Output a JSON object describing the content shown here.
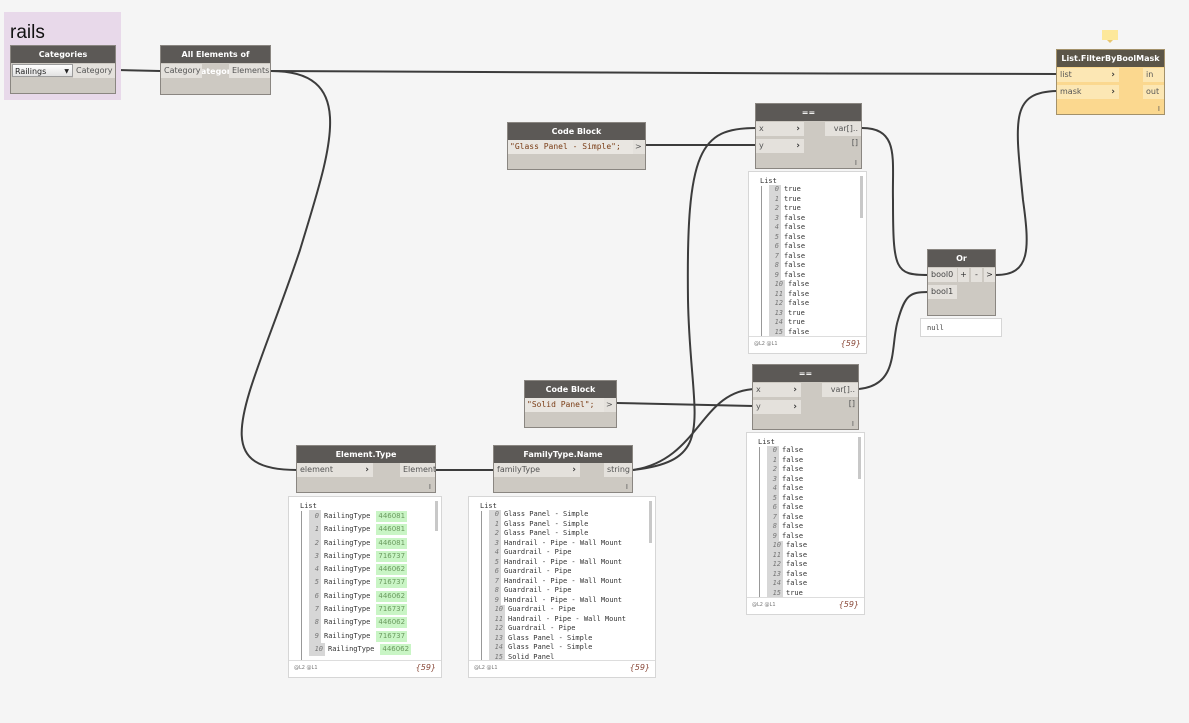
{
  "group": {
    "title": "rails",
    "color": "#e8d9ea"
  },
  "nodes": {
    "categories": {
      "title": "Categories",
      "dropdown_value": "Railings",
      "output": "Category"
    },
    "all_elements": {
      "title": "All Elements of Category",
      "input": "Category",
      "output": "Elements"
    },
    "code_block_1": {
      "title": "Code Block",
      "code": "\"Glass Panel - Simple\";",
      "output": ">"
    },
    "code_block_2": {
      "title": "Code Block",
      "code": "\"Solid Panel\";",
      "output": ">"
    },
    "equals_1": {
      "title": "==",
      "inputs": [
        "x",
        "y"
      ],
      "output": "var[]..[]",
      "lacing": "I"
    },
    "equals_2": {
      "title": "==",
      "inputs": [
        "x",
        "y"
      ],
      "output": "var[]..[]",
      "lacing": "I"
    },
    "or": {
      "title": "Or",
      "inputs": [
        "bool0",
        "bool1"
      ],
      "add_label": "+",
      "remove_label": "-",
      "output": ">",
      "preview": "null"
    },
    "filter": {
      "title": "List.FilterByBoolMask",
      "inputs": [
        "list",
        "mask"
      ],
      "outputs": [
        "in",
        "out"
      ],
      "lacing": "I"
    },
    "element_type": {
      "title": "Element.Type",
      "input": "element",
      "output": "Element",
      "lacing": "I"
    },
    "family_type_name": {
      "title": "FamilyType.Name",
      "input": "familyType",
      "output": "string",
      "lacing": "I"
    }
  },
  "previews": {
    "equals_1": {
      "label": "List",
      "levels": "@L2 @L1",
      "count": "{59}",
      "items": [
        {
          "i": "0",
          "v": "true"
        },
        {
          "i": "1",
          "v": "true"
        },
        {
          "i": "2",
          "v": "true"
        },
        {
          "i": "3",
          "v": "false"
        },
        {
          "i": "4",
          "v": "false"
        },
        {
          "i": "5",
          "v": "false"
        },
        {
          "i": "6",
          "v": "false"
        },
        {
          "i": "7",
          "v": "false"
        },
        {
          "i": "8",
          "v": "false"
        },
        {
          "i": "9",
          "v": "false"
        },
        {
          "i": "10",
          "v": "false"
        },
        {
          "i": "11",
          "v": "false"
        },
        {
          "i": "12",
          "v": "false"
        },
        {
          "i": "13",
          "v": "true"
        },
        {
          "i": "14",
          "v": "true"
        },
        {
          "i": "15",
          "v": "false"
        }
      ]
    },
    "equals_2": {
      "label": "List",
      "levels": "@L2 @L1",
      "count": "{59}",
      "items": [
        {
          "i": "0",
          "v": "false"
        },
        {
          "i": "1",
          "v": "false"
        },
        {
          "i": "2",
          "v": "false"
        },
        {
          "i": "3",
          "v": "false"
        },
        {
          "i": "4",
          "v": "false"
        },
        {
          "i": "5",
          "v": "false"
        },
        {
          "i": "6",
          "v": "false"
        },
        {
          "i": "7",
          "v": "false"
        },
        {
          "i": "8",
          "v": "false"
        },
        {
          "i": "9",
          "v": "false"
        },
        {
          "i": "10",
          "v": "false"
        },
        {
          "i": "11",
          "v": "false"
        },
        {
          "i": "12",
          "v": "false"
        },
        {
          "i": "13",
          "v": "false"
        },
        {
          "i": "14",
          "v": "false"
        },
        {
          "i": "15",
          "v": "true"
        }
      ]
    },
    "element_type": {
      "label": "List",
      "levels": "@L2 @L1",
      "count": "{59}",
      "items": [
        {
          "i": "0",
          "v": "RailingType",
          "id": "446081"
        },
        {
          "i": "1",
          "v": "RailingType",
          "id": "446081"
        },
        {
          "i": "2",
          "v": "RailingType",
          "id": "446081"
        },
        {
          "i": "3",
          "v": "RailingType",
          "id": "716737"
        },
        {
          "i": "4",
          "v": "RailingType",
          "id": "446062"
        },
        {
          "i": "5",
          "v": "RailingType",
          "id": "716737"
        },
        {
          "i": "6",
          "v": "RailingType",
          "id": "446062"
        },
        {
          "i": "7",
          "v": "RailingType",
          "id": "716737"
        },
        {
          "i": "8",
          "v": "RailingType",
          "id": "446062"
        },
        {
          "i": "9",
          "v": "RailingType",
          "id": "716737"
        },
        {
          "i": "10",
          "v": "RailingType",
          "id": "446062"
        }
      ]
    },
    "family_type_name": {
      "label": "List",
      "levels": "@L2 @L1",
      "count": "{59}",
      "items": [
        {
          "i": "0",
          "v": "Glass Panel - Simple"
        },
        {
          "i": "1",
          "v": "Glass Panel - Simple"
        },
        {
          "i": "2",
          "v": "Glass Panel - Simple"
        },
        {
          "i": "3",
          "v": "Handrail - Pipe - Wall Mount"
        },
        {
          "i": "4",
          "v": "Guardrail - Pipe"
        },
        {
          "i": "5",
          "v": "Handrail - Pipe - Wall Mount"
        },
        {
          "i": "6",
          "v": "Guardrail - Pipe"
        },
        {
          "i": "7",
          "v": "Handrail - Pipe - Wall Mount"
        },
        {
          "i": "8",
          "v": "Guardrail - Pipe"
        },
        {
          "i": "9",
          "v": "Handrail - Pipe - Wall Mount"
        },
        {
          "i": "10",
          "v": "Guardrail - Pipe"
        },
        {
          "i": "11",
          "v": "Handrail - Pipe - Wall Mount"
        },
        {
          "i": "12",
          "v": "Guardrail - Pipe"
        },
        {
          "i": "13",
          "v": "Glass Panel - Simple"
        },
        {
          "i": "14",
          "v": "Glass Panel - Simple"
        },
        {
          "i": "15",
          "v": "Solid Panel"
        }
      ]
    }
  },
  "colors": {
    "wire": "#3c3c3c",
    "node_header": "#5c5956",
    "node_body": "#cdc9c2",
    "selected_node": "#fbd88f",
    "id_badge": "#c9f5c5"
  }
}
